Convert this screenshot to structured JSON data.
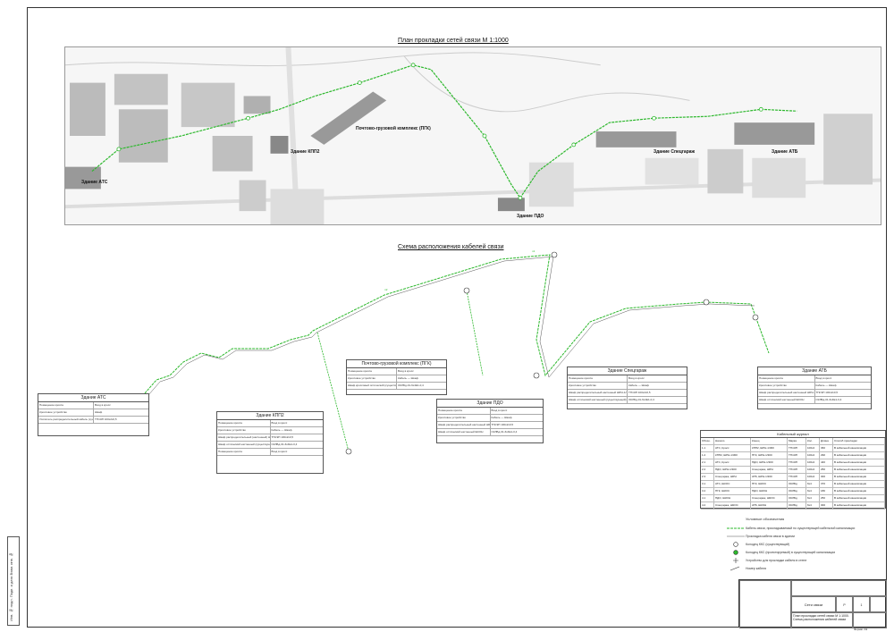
{
  "titles": {
    "plan": "План прокладки сетей связи М 1:1000",
    "scheme": "Схема расположения кабелей связи"
  },
  "buildings": {
    "ats": "Здание АТС",
    "kpp2": "Здание КПП2",
    "pgk": "Почтово-грузовой комплекс (ПГК)",
    "pdo": "Здание ПДО",
    "spec": "Здание Спецгараж",
    "atb": "Здание АТБ"
  },
  "scheme_tables": {
    "ats": {
      "title": "Здание АТС",
      "rows": [
        [
          "Помещение кросса",
          "Вход в кросс"
        ],
        [
          "Кроссовое устройство",
          "Шкаф"
        ],
        [
          "Усилитель распределительный кабель (существующий)",
          "ТПпЭП 100х2х0,5"
        ]
      ]
    },
    "kpp2": {
      "title": "Здание КПП2",
      "rows": [
        [
          "Помещение кросса",
          "Вход в кросс"
        ],
        [
          "Кроссовое устройство",
          "Кабель — Шкаф"
        ],
        [
          "Шкаф распределительный (настенный) ШРН-1/300 (100 пар)",
          "ТПпЭП 100х2х0,5"
        ],
        [
          "Шкаф оптический настенный (существующий) ШКОС",
          "ОКЛБд-01-6х4Е1-0,4"
        ],
        [
          "Помещение кросса",
          "Вход в кросс"
        ]
      ]
    },
    "pgk": {
      "title": "Почтово-грузовой комплекс (ПГК)",
      "rows": [
        [
          "Помещение кросса",
          "Вход в кросс"
        ],
        [
          "Кроссовое устройство",
          "Кабель — Шкаф"
        ],
        [
          "Шкаф кроссовый оптический (существующий) ШКОС",
          "ОКЛБд-01-6х4Е1-0,4"
        ]
      ]
    },
    "pdo": {
      "title": "Здание ПДО",
      "rows": [
        [
          "Помещение кросса",
          "Вход в кросс"
        ],
        [
          "Кроссовое устройство",
          "Кабель — Шкаф"
        ],
        [
          "Шкаф распределительный настенный ШРН-1/300 (100 пар)",
          "ТПпЭП 100х2х0,5"
        ],
        [
          "Шкаф оптический настенный ШКОН",
          "ОКЛБд-01-6х4Е1-0,4"
        ]
      ]
    },
    "spec": {
      "title": "Здание Спецгараж",
      "rows": [
        [
          "Помещение кросса",
          "Вход в кросс"
        ],
        [
          "Кроссовое устройство",
          "Кабель — Шкаф"
        ],
        [
          "Шкаф распределительный настенный ШРН-1/300 (100 пар)",
          "ТПпЭП 100х2х0,5"
        ],
        [
          "Шкаф оптический настенный (существующий) ШКОС",
          "ОКЛБд-01-6х4Е1-0,4"
        ]
      ]
    },
    "atb": {
      "title": "Здание АТБ",
      "rows": [
        [
          "Помещение кросса",
          "Вход в кросс"
        ],
        [
          "Кроссовое устройство",
          "Кабель — Шкаф"
        ],
        [
          "Шкаф распределительный настенный ШРН-1/300",
          "ТПпЭП 100х2х0,5"
        ],
        [
          "Шкаф оптический настенный ШКОН",
          "ОКЛБд-01-6х4Е1-0,4"
        ]
      ]
    }
  },
  "cable_list": {
    "title": "Кабельный журнал",
    "headers": [
      "Обозн.",
      "Начало",
      "Конец",
      "Марка",
      "Кол.",
      "Длина",
      "Способ прокладки"
    ],
    "rows": [
      [
        "1.1",
        "АТС, Кросс",
        "КПП2, ШРН-1/300",
        "ТПпЭП",
        "100х2",
        "360",
        "В кабельной канализации"
      ],
      [
        "1.2",
        "КПП2, ШРН-1/300",
        "ПГК, ШРН-1/300",
        "ТПпЭП",
        "100х2",
        "290",
        "В кабельной канализации"
      ],
      [
        "2.1",
        "АТС, Кросс",
        "ПДО, ШРН-1/300",
        "ТПпЭП",
        "100х2",
        "440",
        "В кабельной канализации"
      ],
      [
        "2.2",
        "ПДО, ШРН-1/300",
        "Спецгараж, ШРН",
        "ТПпЭП",
        "100х2",
        "250",
        "В кабельной канализации"
      ],
      [
        "2.3",
        "Спецгараж, ШРН",
        "АТБ, ШРН-1/300",
        "ТПпЭП",
        "100х2",
        "300",
        "В кабельной канализации"
      ],
      [
        "3.1",
        "АТС, ШКОС",
        "ПГК, ШКОС",
        "ОКЛБд",
        "6х4",
        "370",
        "В кабельной канализации"
      ],
      [
        "3.2",
        "ПГК, ШКОС",
        "ПДО, ШКОН",
        "ОКЛБд",
        "6х4",
        "180",
        "В кабельной канализации"
      ],
      [
        "4.1",
        "ПДО, ШКОН",
        "Спецгараж, ШКОС",
        "ОКЛБд",
        "6х4",
        "250",
        "В кабельной канализации"
      ],
      [
        "4.2",
        "Спецгараж, ШКОС",
        "АТБ, ШКОН",
        "ОКЛБд",
        "6х4",
        "300",
        "В кабельной канализации"
      ]
    ]
  },
  "legend": {
    "title": "Условные обозначения",
    "items": [
      "Кабель связи, прокладываемый по существующей кабельной канализации",
      "Прокладка кабеля связи в здании",
      "Колодец ККС (существующий)",
      "Колодец ККС (проектируемый) в существующей канализации",
      "Устройство для прокладки кабеля в стене",
      "Номер кабеля"
    ]
  },
  "stamp": {
    "sheet_name": "Сети связи",
    "desc": "План прокладки сетей связи М 1:1000. Схема расположения кабелей связи",
    "stage": "Р",
    "sheet": "1",
    "format": "Формат А3"
  },
  "side_stamp": "Инв. № подл. Подп. и дата Взам. инв. №"
}
